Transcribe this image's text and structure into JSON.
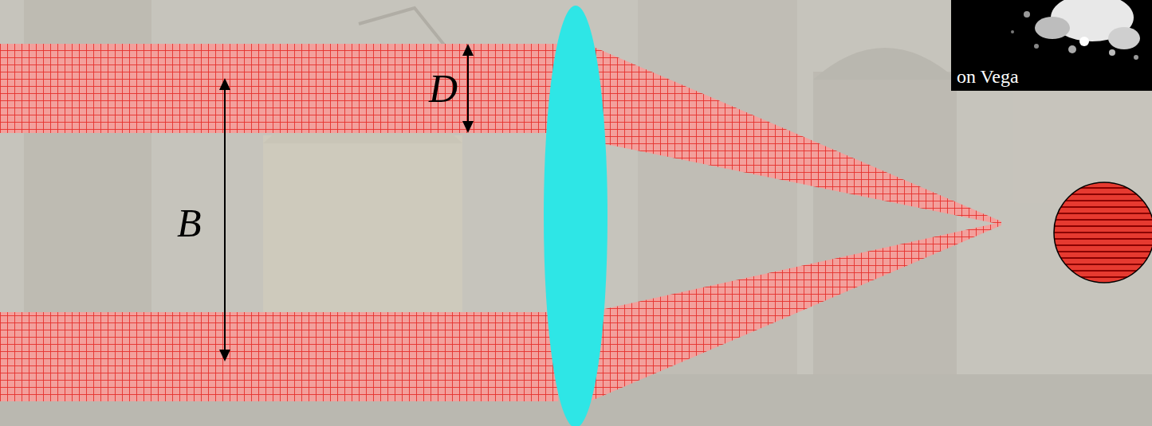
{
  "diagram": {
    "labels": [
      "D",
      "B",
      "on Vega"
    ]
  }
}
